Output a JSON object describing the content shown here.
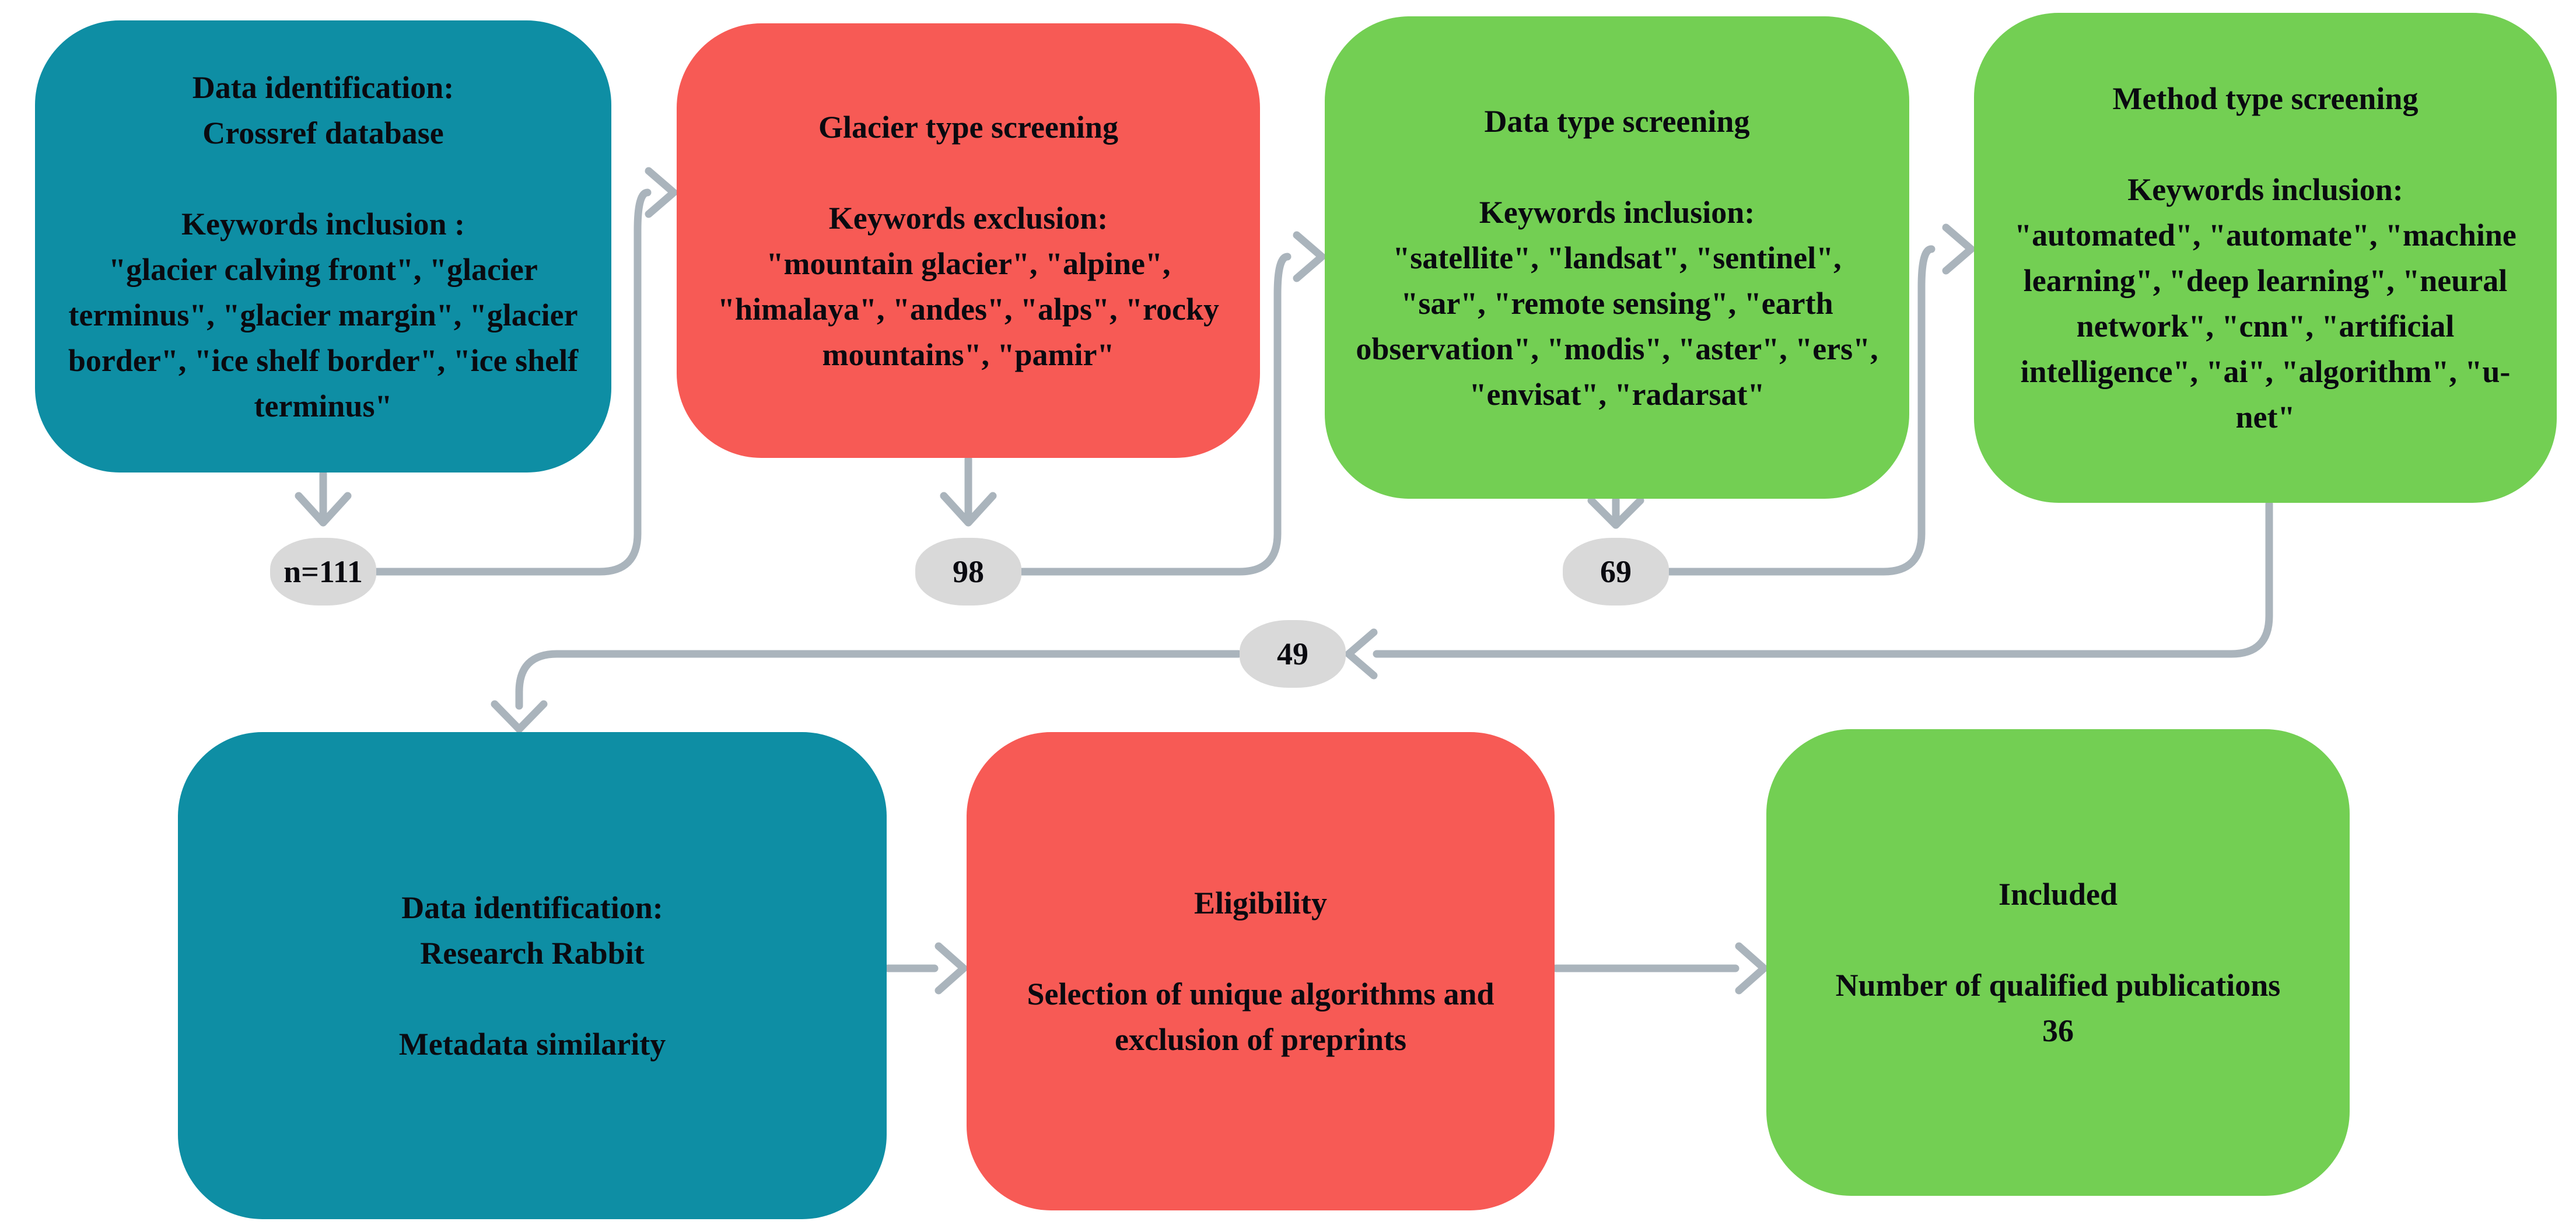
{
  "diagram": {
    "colors": {
      "teal": "#0E8EA4",
      "red": "#F75A55",
      "green": "#73CF53",
      "line": "#AAB4BC",
      "badge": "#D9D9D9",
      "text": "#0A0A10"
    },
    "boxes": [
      {
        "id": "data-identification-crossref",
        "title": "Data identification:\nCrossref database",
        "body": "Keywords inclusion :\n\"glacier calving front\", \"glacier\nterminus\", \"glacier margin\", \"glacier\nborder\", \"ice shelf border\", \"ice shelf\nterminus\""
      },
      {
        "id": "glacier-type-screening",
        "title": "Glacier type screening",
        "body": "Keywords exclusion:\n\"mountain glacier\", \"alpine\",\n\"himalaya\", \"andes\", \"alps\", \"rocky\nmountains\", \"pamir\""
      },
      {
        "id": "data-type-screening",
        "title": "Data type screening",
        "body": "Keywords inclusion:\n\"satellite\", \"landsat\", \"sentinel\",\n\"sar\", \"remote sensing\", \"earth\nobservation\", \"modis\", \"aster\", \"ers\",\n\"envisat\", \"radarsat\""
      },
      {
        "id": "method-type-screening",
        "title": "Method type screening",
        "body": "Keywords inclusion:\n\"automated\", \"automate\", \"machine\nlearning\", \"deep learning\", \"neural\nnetwork\", \"cnn\", \"artificial\nintelligence\", \"ai\", \"algorithm\", \"u-\nnet\""
      },
      {
        "id": "data-identification-research-rabbit",
        "title": "Data identification:\nResearch Rabbit",
        "body": "Metadata similarity"
      },
      {
        "id": "eligibility",
        "title": "Eligibility",
        "body": "Selection of unique algorithms and\nexclusion of preprints"
      },
      {
        "id": "included",
        "title": "Included",
        "body": "Number of qualified publications\n36"
      }
    ],
    "badges": [
      {
        "label": "n=111"
      },
      {
        "label": "98"
      },
      {
        "label": "69"
      },
      {
        "label": "49"
      }
    ]
  }
}
